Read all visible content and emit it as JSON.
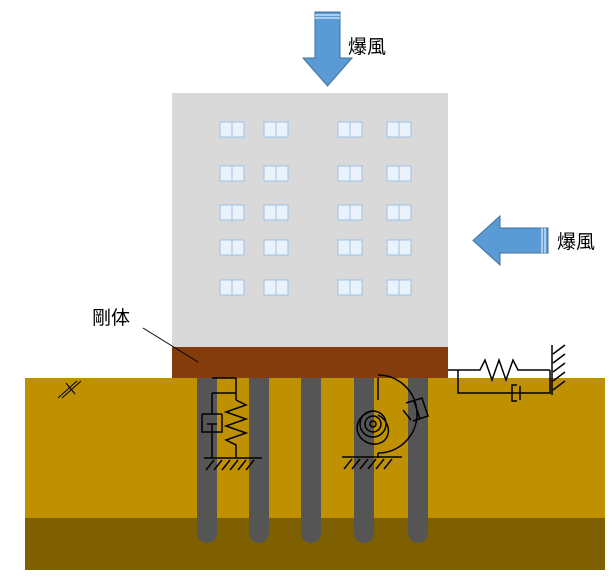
{
  "labels": {
    "blast_top": "爆風",
    "blast_right": "爆風",
    "rigid_body": "剛体"
  },
  "colors": {
    "soil_upper": "#BF9000",
    "soil_lower": "#7F6000",
    "building": "#D9D9D9",
    "window_frame": "#9DC3E6",
    "window_glass": "#EAF2FB",
    "foundation": "#843C0C",
    "pile": "#555555",
    "arrow_fill": "#5B9BD5",
    "arrow_stroke": "#41719C",
    "mechanism_line": "#000000"
  },
  "icons": {
    "spring": "spring-icon",
    "dashpot": "dashpot-icon",
    "rotational_spring": "rotational-spring-icon",
    "ground_fixity": "ground-hatch-icon"
  }
}
